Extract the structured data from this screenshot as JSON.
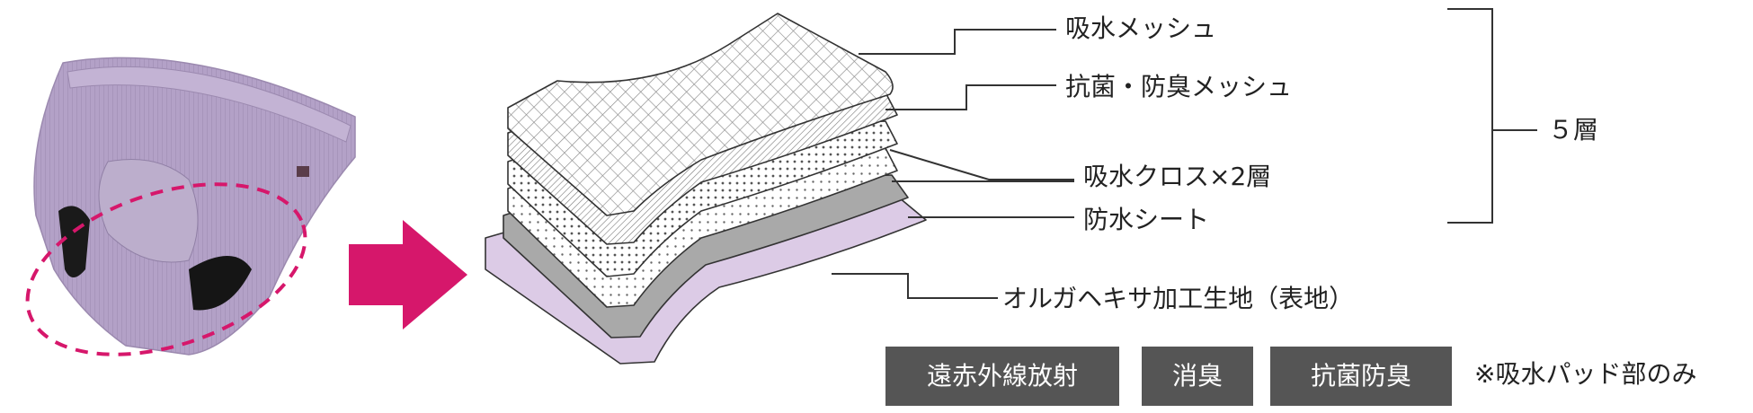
{
  "layers": [
    {
      "label": "吸水メッシュ"
    },
    {
      "label": "抗菌・防臭メッシュ"
    },
    {
      "label": "吸水クロス×2層"
    },
    {
      "label": "防水シート"
    },
    {
      "label": "オルガヘキサ加工生地（表地）"
    }
  ],
  "bracket_label": "５層",
  "features": [
    "遠赤外線放射",
    "消臭",
    "抗菌防臭"
  ],
  "note": "※吸水パッド部のみ",
  "colors": {
    "arrow": "#d6176b",
    "highlight_dash": "#d6176b",
    "garment": "#b3a1c7",
    "base_fabric": "#dccbe6",
    "waterproof": "#a9a9a9",
    "badge_bg": "#555555",
    "line": "#333333"
  },
  "icons": [
    "pink-arrow-icon",
    "dashed-ellipse-icon"
  ]
}
